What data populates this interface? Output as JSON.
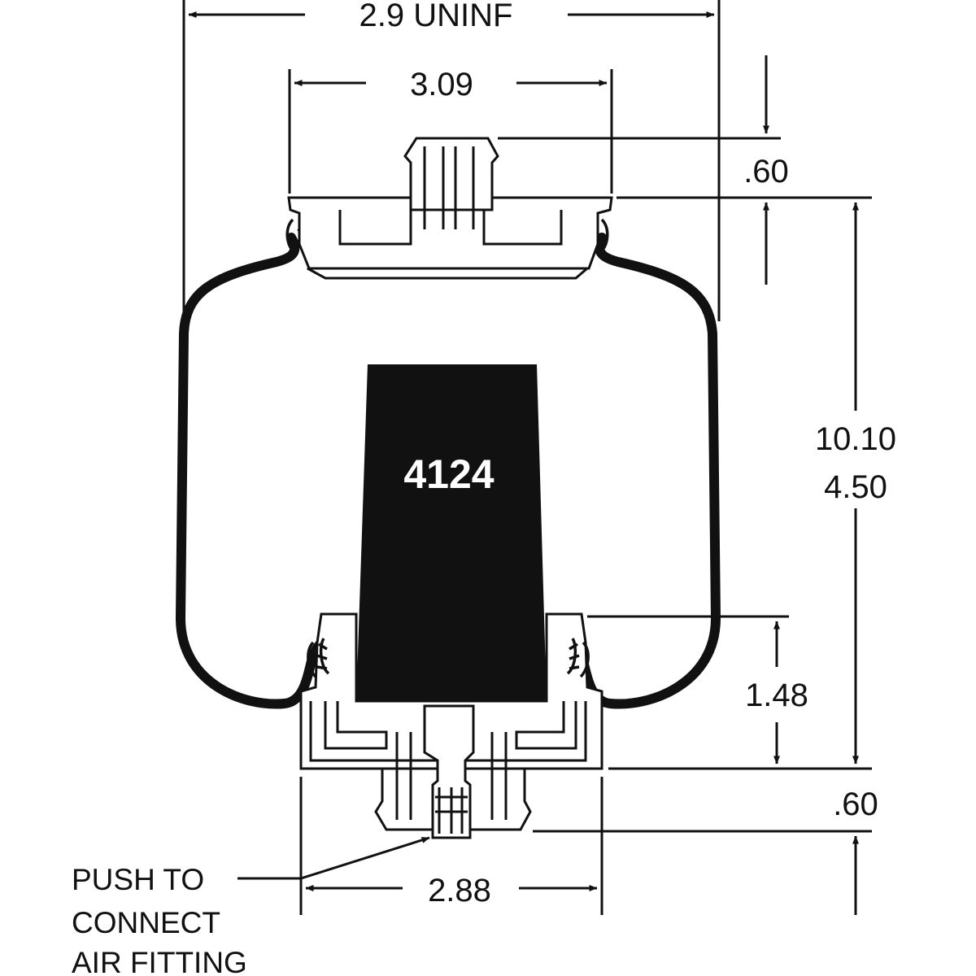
{
  "dimensions": {
    "max_diameter": "2.9 UNINF",
    "top_plate_width": "3.09",
    "top_stud_height": ".60",
    "max_height": "10.10",
    "min_height": "4.50",
    "piston_height": "1.48",
    "bottom_stud_height": ".60",
    "bottom_width": "2.88"
  },
  "part_number": "4124",
  "callout": {
    "line1": "PUSH TO",
    "line2": "CONNECT",
    "line3": "AIR FITTING"
  },
  "colors": {
    "line": "#111111",
    "bumper_fill": "#111111",
    "background": "#ffffff"
  }
}
